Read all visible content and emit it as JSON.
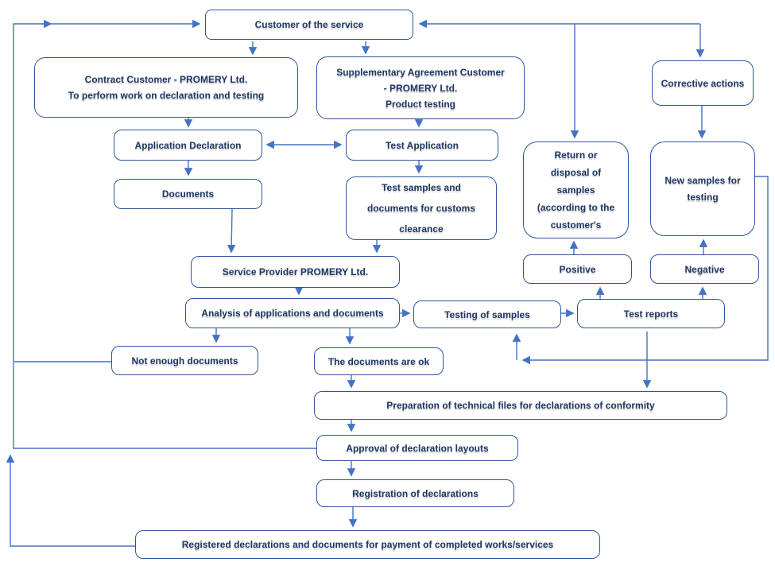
{
  "diagram": {
    "colors": {
      "box_border": "#30549b",
      "box_text": "#1f3864",
      "connector": "#4472c4",
      "background": "#ffffff"
    },
    "nodes": {
      "customer": {
        "label": "Customer of the service"
      },
      "contract": {
        "label": "Contract Customer - PROMERY Ltd.\nTo perform work on declaration and testing"
      },
      "supplementary": {
        "label": "Supplementary Agreement Customer\n- PROMERY Ltd.\nProduct testing"
      },
      "corrective": {
        "label": "Corrective actions"
      },
      "application_declaration": {
        "label": "Application Declaration"
      },
      "test_application": {
        "label": "Test Application"
      },
      "documents": {
        "label": "Documents"
      },
      "test_samples": {
        "label": "Test samples and\ndocuments for customs\nclearance"
      },
      "return_disposal": {
        "label": "Return or\ndisposal of\nsamples\n(according to the\ncustomer's"
      },
      "new_samples": {
        "label": "New samples for\ntesting"
      },
      "positive": {
        "label": "Positive"
      },
      "negative": {
        "label": "Negative"
      },
      "service_provider": {
        "label": "Service Provider PROMERY Ltd."
      },
      "analysis": {
        "label": "Analysis of applications and documents"
      },
      "testing": {
        "label": "Testing of samples"
      },
      "test_reports": {
        "label": "Test reports"
      },
      "not_enough": {
        "label": "Not enough documents"
      },
      "docs_ok": {
        "label": "The documents are ok"
      },
      "preparation": {
        "label": "Preparation of technical files for declarations of conformity"
      },
      "approval": {
        "label": "Approval of declaration layouts"
      },
      "registration": {
        "label": "Registration of declarations"
      },
      "registered": {
        "label": "Registered declarations and documents for payment of completed works/services"
      }
    },
    "edges": [
      {
        "from": "customer",
        "to": "contract"
      },
      {
        "from": "customer",
        "to": "supplementary"
      },
      {
        "from": "customer",
        "to": "return_disposal"
      },
      {
        "from": "customer",
        "to": "corrective"
      },
      {
        "from": "contract",
        "to": "application_declaration"
      },
      {
        "from": "supplementary",
        "to": "test_application"
      },
      {
        "from": "application_declaration",
        "to": "test_application",
        "bidirectional": true
      },
      {
        "from": "application_declaration",
        "to": "documents"
      },
      {
        "from": "test_application",
        "to": "test_samples"
      },
      {
        "from": "documents",
        "to": "service_provider"
      },
      {
        "from": "test_samples",
        "to": "service_provider"
      },
      {
        "from": "service_provider",
        "to": "analysis"
      },
      {
        "from": "analysis",
        "to": "testing"
      },
      {
        "from": "testing",
        "to": "test_reports"
      },
      {
        "from": "analysis",
        "to": "not_enough"
      },
      {
        "from": "analysis",
        "to": "docs_ok"
      },
      {
        "from": "not_enough",
        "to": "customer"
      },
      {
        "from": "docs_ok",
        "to": "preparation"
      },
      {
        "from": "test_reports",
        "to": "preparation"
      },
      {
        "from": "test_reports",
        "to": "positive"
      },
      {
        "from": "test_reports",
        "to": "negative"
      },
      {
        "from": "positive",
        "to": "return_disposal"
      },
      {
        "from": "negative",
        "to": "new_samples"
      },
      {
        "from": "corrective",
        "to": "new_samples"
      },
      {
        "from": "new_samples",
        "to": "testing"
      },
      {
        "from": "preparation",
        "to": "approval"
      },
      {
        "from": "approval",
        "to": "registration"
      },
      {
        "from": "approval",
        "to": "customer"
      },
      {
        "from": "registration",
        "to": "registered"
      },
      {
        "from": "registered",
        "to": "customer"
      }
    ]
  }
}
